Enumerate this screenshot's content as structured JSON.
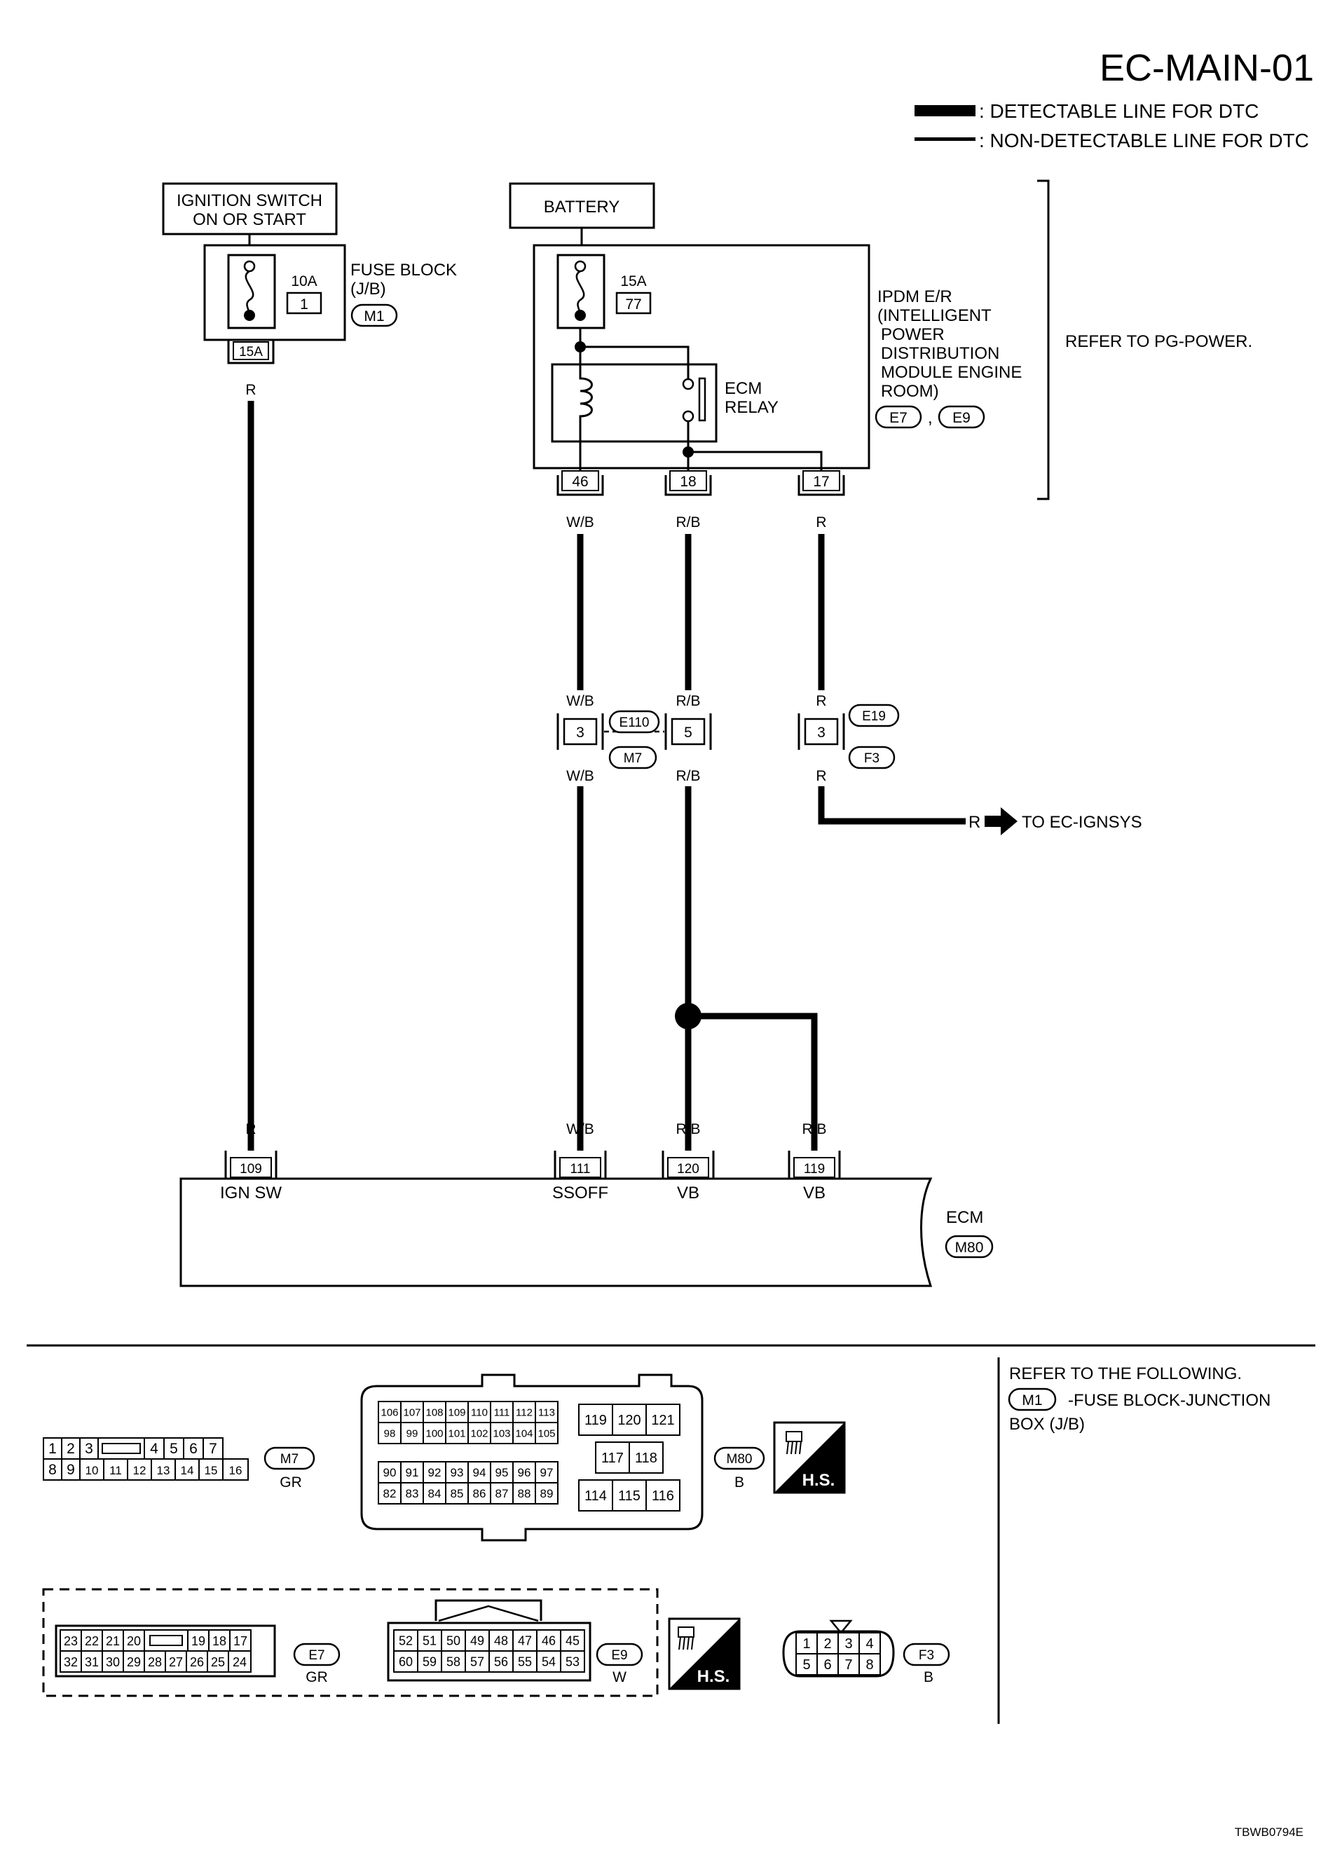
{
  "header": {
    "title": "EC-MAIN-01",
    "legend_detectable": ": DETECTABLE LINE FOR DTC",
    "legend_non_detectable": ": NON-DETECTABLE LINE FOR DTC"
  },
  "ignition": {
    "box_line1": "IGNITION SWITCH",
    "box_line2": "ON OR START",
    "fuse_amp": "10A",
    "fuse_no": "1",
    "fuse_block_line1": "FUSE BLOCK",
    "fuse_block_line2": "(J/B)",
    "fuse_block_conn": "M1",
    "term": "15A",
    "wire_color": "R"
  },
  "battery": {
    "label": "BATTERY",
    "fuse_amp": "15A",
    "fuse_no": "77"
  },
  "ipdm": {
    "line1": "IPDM E/R",
    "line2": "(INTELLIGENT",
    "line3": "POWER",
    "line4": "DISTRIBUTION",
    "line5": "MODULE ENGINE",
    "line6": "ROOM)",
    "conn1": "E7",
    "sep": ",",
    "conn2": "E9",
    "relay_line1": "ECM",
    "relay_line2": "RELAY",
    "refer": "REFER TO PG-POWER.",
    "terms": [
      {
        "pin": "46",
        "color": "W/B"
      },
      {
        "pin": "18",
        "color": "R/B"
      },
      {
        "pin": "17",
        "color": "R"
      }
    ]
  },
  "joints": {
    "j1_pin": "3",
    "j1_color_top": "W/B",
    "j1_color_bot": "W/B",
    "j2_pin": "5",
    "j2_color_top": "R/B",
    "j2_color_bot": "R/B",
    "j12_conn_top": "E110",
    "j12_conn_bot": "M7",
    "j3_pin": "3",
    "j3_color_top": "R",
    "j3_color_bot": "R",
    "j3_conn_top": "E19",
    "j3_conn_bot": "F3",
    "ignsys_color": "R",
    "ignsys_text": "TO EC-IGNSYS"
  },
  "ecm": {
    "label": "ECM",
    "conn": "M80",
    "pins": [
      {
        "pin": "109",
        "color": "R",
        "name": "IGN SW"
      },
      {
        "pin": "111",
        "color": "W/B",
        "name": "SSOFF"
      },
      {
        "pin": "120",
        "color": "R/B",
        "name": "VB"
      },
      {
        "pin": "119",
        "color": "R/B",
        "name": "VB"
      }
    ]
  },
  "connectors": {
    "m7": {
      "name": "M7",
      "color": "GR",
      "row1": [
        "1",
        "2",
        "3",
        "",
        "4",
        "5",
        "6",
        "7"
      ],
      "row2": [
        "8",
        "9",
        "10",
        "11",
        "12",
        "13",
        "14",
        "15",
        "16"
      ]
    },
    "m80": {
      "name": "M80",
      "color": "B",
      "left_row1": [
        "106",
        "107",
        "108",
        "109",
        "110",
        "111",
        "112",
        "113"
      ],
      "left_row2": [
        "98",
        "99",
        "100",
        "101",
        "102",
        "103",
        "104",
        "105"
      ],
      "left_row3": [
        "90",
        "91",
        "92",
        "93",
        "94",
        "95",
        "96",
        "97"
      ],
      "left_row4": [
        "82",
        "83",
        "84",
        "85",
        "86",
        "87",
        "88",
        "89"
      ],
      "right_row1": [
        "119",
        "120",
        "121"
      ],
      "right_row2": [
        "117",
        "118"
      ],
      "right_row3": [
        "114",
        "115",
        "116"
      ]
    },
    "e7": {
      "name": "E7",
      "color": "GR",
      "row1": [
        "23",
        "22",
        "21",
        "20",
        "",
        "19",
        "18",
        "17"
      ],
      "row2": [
        "32",
        "31",
        "30",
        "29",
        "28",
        "27",
        "26",
        "25",
        "24"
      ]
    },
    "e9": {
      "name": "E9",
      "color": "W",
      "row1": [
        "52",
        "51",
        "50",
        "49",
        "48",
        "47",
        "46",
        "45"
      ],
      "row2": [
        "60",
        "59",
        "58",
        "57",
        "56",
        "55",
        "54",
        "53"
      ]
    },
    "f3": {
      "name": "F3",
      "color": "B",
      "row1": [
        "1",
        "2",
        "3",
        "4"
      ],
      "row2": [
        "5",
        "6",
        "7",
        "8"
      ]
    },
    "hs_label": "H.S."
  },
  "refer_following": {
    "title": "REFER TO THE FOLLOWING.",
    "conn": "M1",
    "desc1": "-FUSE BLOCK-JUNCTION",
    "desc2": "BOX (J/B)"
  },
  "footer_code": "TBWB0794E"
}
